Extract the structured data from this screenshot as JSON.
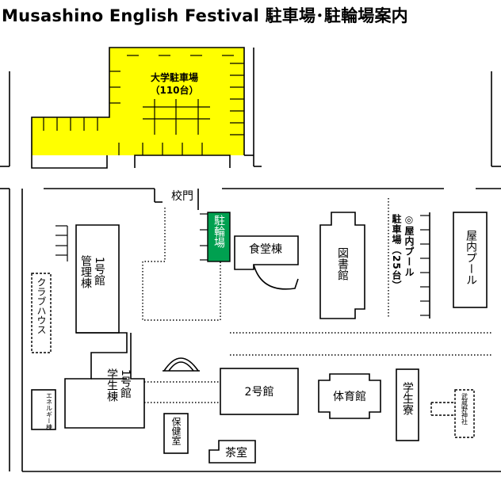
{
  "title": "Musashino English Festival 駐車場･駐輪場案内",
  "colors": {
    "parking": "#ffff00",
    "bicycle": "#00a050"
  },
  "labels": {
    "univ_parking": "大学駐車場",
    "univ_parking_count": "（110台）",
    "gate": "校門",
    "bicycle": "駐輪場",
    "cafeteria": "食堂棟",
    "library": "図書館",
    "pool_parking": "駐車場（25台）",
    "pool_parking_hint": "◎屋内プール",
    "indoor_pool": "屋内プール",
    "admin_building": "管理棟",
    "admin_building_no": "1号館",
    "club_house": "クラブハウス",
    "student_building": "学生棟",
    "student_building_no": "1号館",
    "building2": "2号館",
    "gym": "体育館",
    "dorm": "学生寮",
    "energy": "エネルギー棟",
    "health_room": "保健室",
    "tea_room": "茶室",
    "shrine": "武蔵野神社"
  }
}
